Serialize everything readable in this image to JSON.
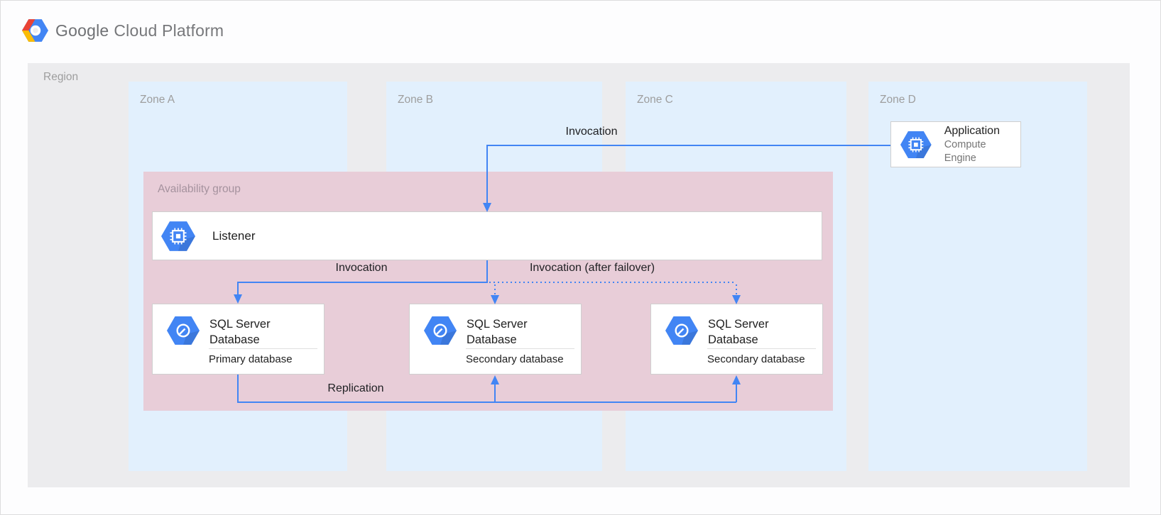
{
  "colors": {
    "blue": "#4285F4",
    "region-bg": "#ECECEE",
    "zone-bg": "#E2F0FD",
    "group-bg": "#E8CDD8",
    "label-gray": "#9E9E9E",
    "text-gray": "#757575",
    "logo-red": "#EA4335",
    "logo-yellow": "#FBBC05"
  },
  "header": {
    "brand": {
      "google": "Google",
      "rest": "Cloud Platform"
    }
  },
  "region": {
    "label": "Region"
  },
  "zones": [
    {
      "label": "Zone A"
    },
    {
      "label": "Zone B"
    },
    {
      "label": "Zone C"
    },
    {
      "label": "Zone D"
    }
  ],
  "availability_group": {
    "label": "Availability group"
  },
  "application": {
    "title": "Application",
    "subtitle": "Compute Engine",
    "icon": "compute-engine-icon"
  },
  "listener": {
    "title": "Listener",
    "icon": "compute-engine-icon"
  },
  "databases": [
    {
      "title": "SQL Server Database",
      "role": "Primary database",
      "icon": "sql-server-icon"
    },
    {
      "title": "SQL Server Database",
      "role": "Secondary database",
      "icon": "sql-server-icon"
    },
    {
      "title": "SQL Server Database",
      "role": "Secondary database",
      "icon": "sql-server-icon"
    }
  ],
  "arrows": {
    "invocation_top": {
      "label": "Invocation",
      "style": "solid"
    },
    "invocation": {
      "label": "Invocation",
      "style": "solid"
    },
    "invocation_after_failover": {
      "label": "Invocation (after failover)",
      "style": "dotted"
    },
    "replication": {
      "label": "Replication",
      "style": "solid"
    }
  }
}
